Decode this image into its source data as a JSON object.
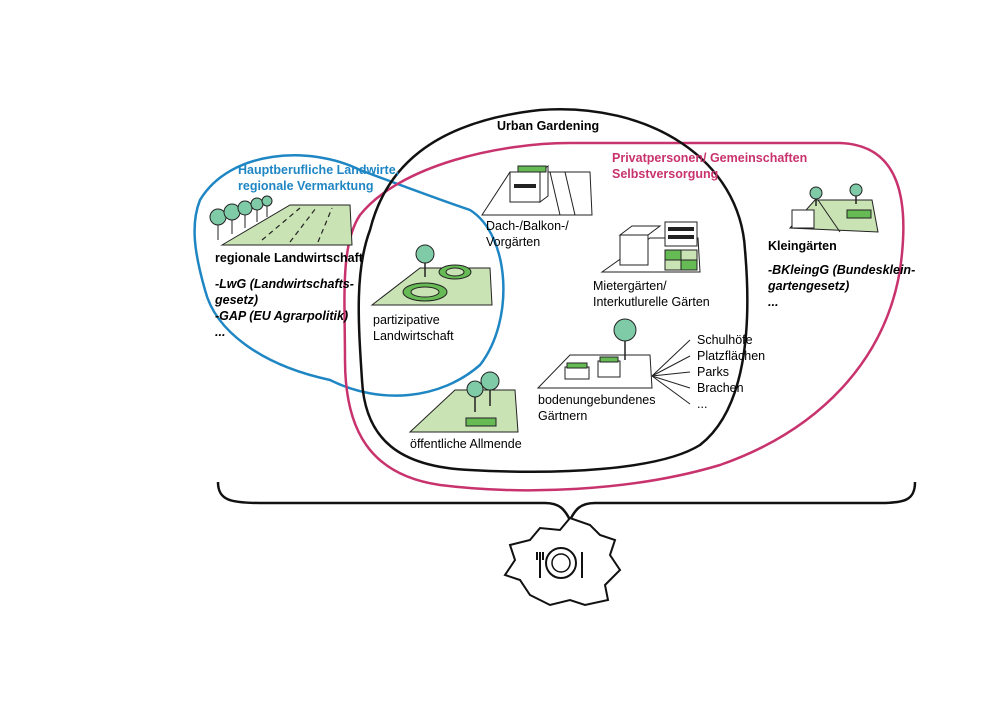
{
  "sets": {
    "urban_gardening": "Urban Gardening",
    "farmers_line1": "Hauptberufliche Landwirte,",
    "farmers_line2": "regionale Vermarktung",
    "private_line1": "Privatpersonen/ Gemeinschaften",
    "private_line2": "Selbstversorgung"
  },
  "regional": {
    "title": "regionale Landwirtschaft",
    "laws": [
      "-LwG (Landwirtschafts-",
      "gesetz)",
      "-GAP (EU Agrarpolitik)",
      "..."
    ]
  },
  "participative": {
    "line1": "partizipative",
    "line2": "Landwirtschaft"
  },
  "roof": {
    "line1": "Dach-/Balkon-/",
    "line2": "Vorgärten"
  },
  "tenant": {
    "line1": "Mietergärten/",
    "line2": "Interkutlurelle Gärten"
  },
  "allotment": {
    "title": "Kleingärten",
    "laws": [
      "-BKleingG (Bundesklein-",
      "gartengesetz)",
      "..."
    ]
  },
  "soilless": {
    "line1": "bodenungebundenes",
    "line2": "Gärtnern"
  },
  "places": [
    "Schulhöfe",
    "Platzflächen",
    "Parks",
    "Brachen",
    "..."
  ],
  "commons": {
    "label": "öffentliche Allmende"
  },
  "colors": {
    "blue": "#1f86c4",
    "pink": "#c8336e",
    "light_green": "#c9e3b4",
    "green": "#66bb55",
    "tree": "#7fcba8"
  },
  "icons": [
    "field-icon",
    "tree-icon",
    "building-icon",
    "plate-icon",
    "fork-icon",
    "knife-icon",
    "city-outline-icon"
  ]
}
